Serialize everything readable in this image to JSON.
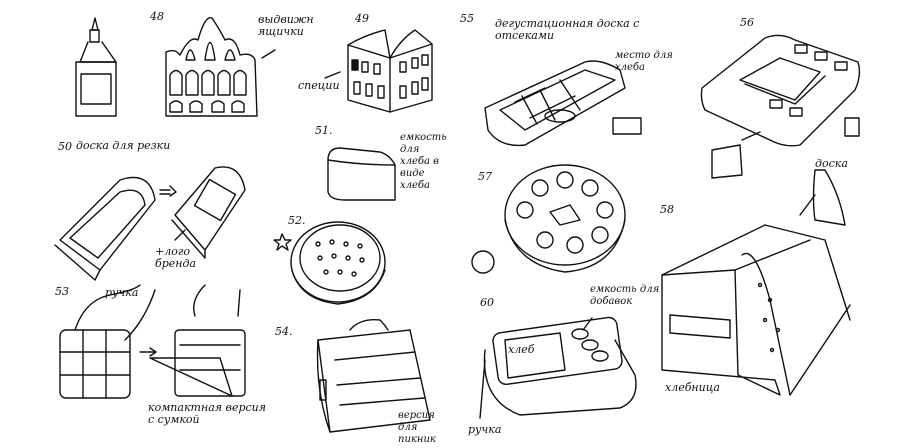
{
  "sketches": [
    {
      "number": "48",
      "note": "выдвижн ящички"
    },
    {
      "number": "49",
      "note": "специи"
    },
    {
      "number": "50",
      "note": "доска для резки",
      "extra": "+лого бренда"
    },
    {
      "number": "51.",
      "note": "емкость для хлеба в виде хлеба"
    },
    {
      "number": "52."
    },
    {
      "number": "53",
      "note": "ручка",
      "extra": "компактная версия с сумкой"
    },
    {
      "number": "54.",
      "note": "версия для пикник"
    },
    {
      "number": "55",
      "note": "дегустационная доска с отсеками",
      "extra": "место для хлеба"
    },
    {
      "number": "56"
    },
    {
      "number": "57"
    },
    {
      "number": "58",
      "note": "доска",
      "extra": "хлебница"
    },
    {
      "number": "60",
      "note": "емкость для добавок",
      "extra": "хлеб",
      "extra2": "ручка"
    }
  ]
}
